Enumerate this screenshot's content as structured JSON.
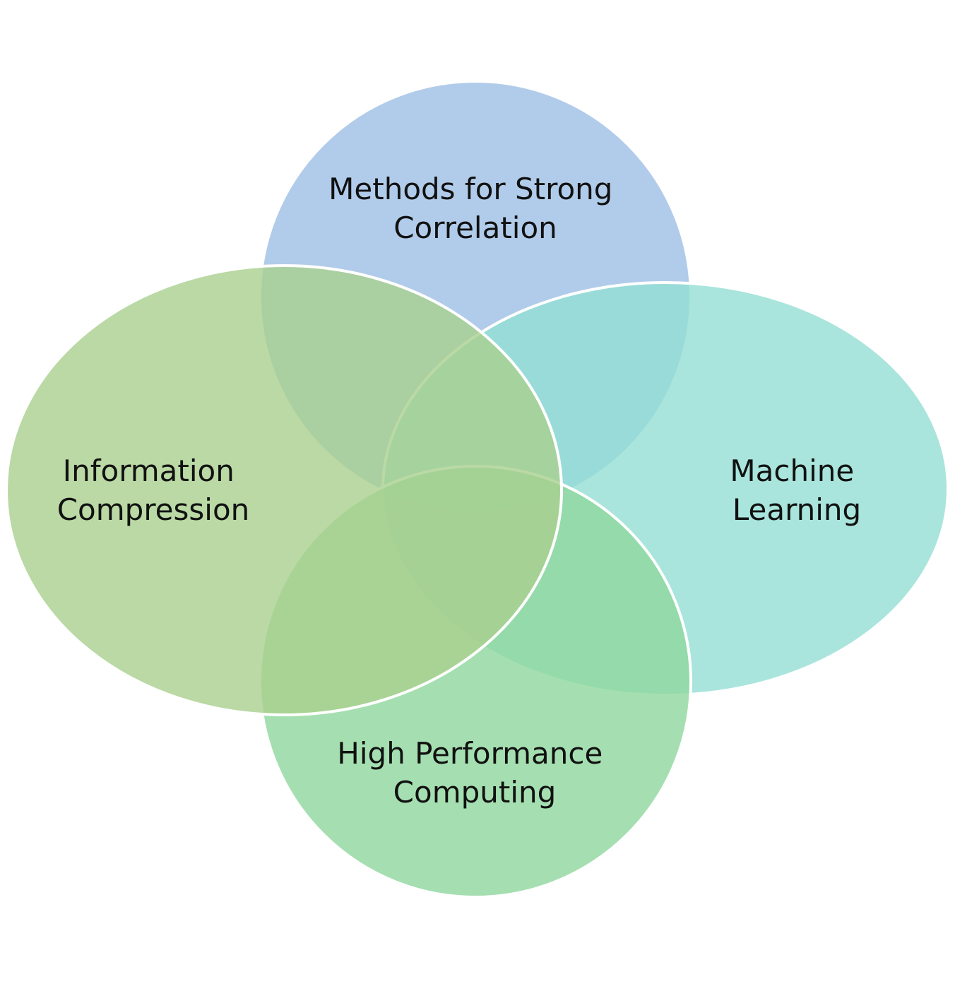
{
  "diagram": {
    "type": "venn",
    "sets": [
      {
        "id": "top",
        "lines": [
          "Methods for Strong",
          "Correlation"
        ],
        "color": "#9dbfe5",
        "opacity": 0.8
      },
      {
        "id": "right",
        "lines": [
          "Machine",
          "Learning"
        ],
        "color": "#93dfd3",
        "opacity": 0.8
      },
      {
        "id": "bottom",
        "lines": [
          "High Performance",
          "Computing"
        ],
        "color": "#8fd79e",
        "opacity": 0.8
      },
      {
        "id": "left",
        "lines": [
          "Information",
          "Compression"
        ],
        "color": "#a9d08e",
        "opacity": 0.8
      }
    ]
  }
}
